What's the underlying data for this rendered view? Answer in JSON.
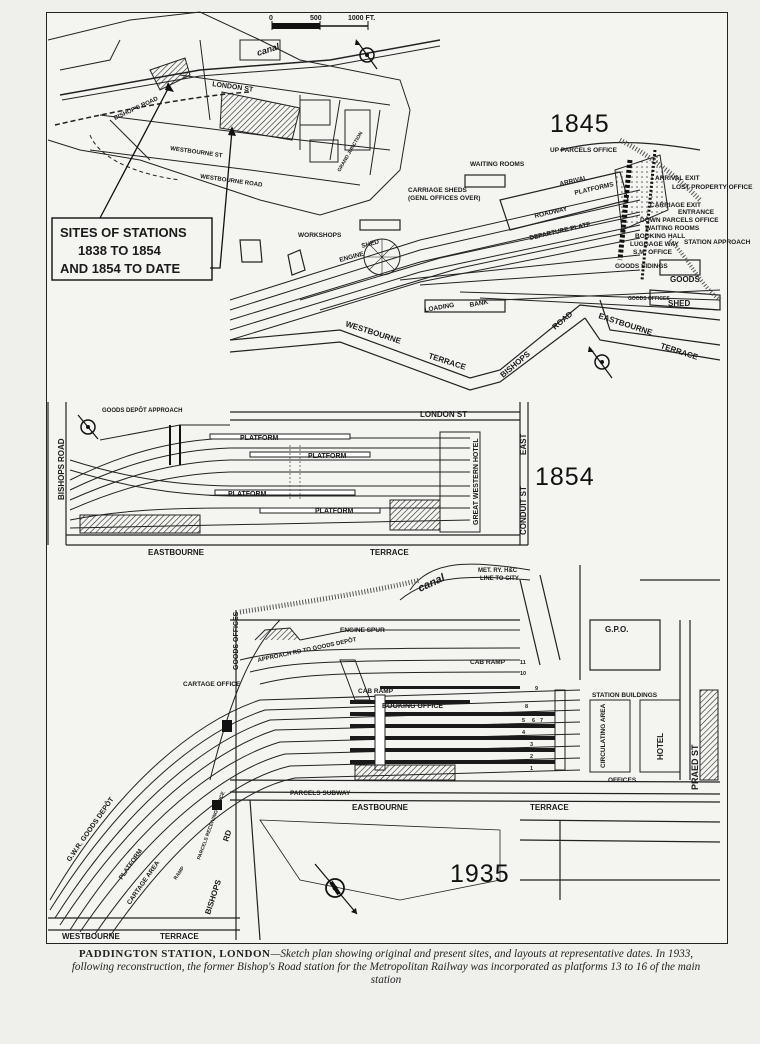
{
  "scale_bar": {
    "ticks": [
      "0",
      "500",
      "1000 FT."
    ]
  },
  "plan_1845": {
    "year": "1845",
    "sites_note": [
      "SITES OF STATIONS",
      "1838 TO 1854",
      "AND 1854 TO DATE"
    ],
    "labels": {
      "canal": "canal",
      "london_st": "LONDON ST",
      "bishops_road": "BISHOP'S ROAD",
      "westbourne_street": "WESTBOURNE ST",
      "westbourne_road": "WESTBOURNE ROAD",
      "grand_junction": "GRAND JUNCTION",
      "up_parcels_office": "UP PARCELS OFFICE",
      "waiting_rooms": "WAITING ROOMS",
      "arrival": "ARRIVAL",
      "platforms": "PLATFORMS",
      "roadway": "ROADWAY",
      "departure_platf": "DEPARTURE PLATF",
      "carriage_sheds": "CARRIAGE SHEDS",
      "genl_offices_over": "(GENL OFFICES OVER)",
      "workshops": "WORKSHOPS",
      "engine": "ENGINE",
      "shed": "SHED",
      "loading": "LOADING",
      "bank": "BANK",
      "westbourne": "WESTBOURNE",
      "terrace": "TERRACE",
      "bishops": "BISHOPS",
      "road": "ROAD",
      "eastbourne": "EASTBOURNE",
      "goods_sidings": "GOODS SIDINGS",
      "goods": "GOODS",
      "goods_offices": "GOODS OFFICES",
      "shed2": "SHED",
      "arrival_exit": "ARRIVAL EXIT",
      "lost_property_office": "LOST PROPERTY OFFICE",
      "carriage_exit": "CARRIAGE EXIT",
      "entrance": "ENTRANCE",
      "down_parcels_office": "DOWN PARCELS OFFICE",
      "waiting_rooms2": "WAITING ROOMS",
      "booking_hall": "BOOKING HALL",
      "luggage_way": "LUGGAGE WAY",
      "s_m_office": "S.M. OFFICE",
      "station_approach": "STATION APPROACH"
    }
  },
  "plan_1854": {
    "year": "1854",
    "labels": {
      "goods_depot_approach": "GOODS DEPÔT APPROACH",
      "london_st": "LONDON ST",
      "bishops": "BISHOPS",
      "road": "ROAD",
      "platform": "PLATFORM",
      "great_western_hotel": "GREAT WESTERN HOTEL",
      "east": "EAST",
      "conduit_st": "CONDUIT ST",
      "eastbourne": "EASTBOURNE",
      "terrace": "TERRACE"
    }
  },
  "plan_1935": {
    "year": "1935",
    "labels": {
      "met_ry": "MET. RY. H&C",
      "line_to_city": "LINE TO CITY",
      "canal": "canal",
      "engine_spur": "ENGINE SPUR",
      "approach_goods": "APPROACH RD TO GOODS DEPÔT",
      "cab_ramp": "CAB RAMP",
      "gpo": "G.P.O.",
      "cartage_office": "CARTAGE OFFICE",
      "goods_offices": "GOODS OFFICES",
      "booking_office": "BOOKING OFFICE",
      "station_buildings": "STATION BUILDINGS",
      "circulating_area": "CIRCULATING AREA",
      "hotel": "HOTEL",
      "offices": "OFFICES",
      "praed_st": "PRAED ST",
      "parcels_subway": "PARCELS SUBWAY",
      "eastbourne": "EASTBOURNE",
      "terrace": "TERRACE",
      "gwr_goods_depot": "G.W.R. GOODS DEPÔT",
      "platform": "PLATFORM",
      "cartage_area": "CARTAGE AREA",
      "ramp": "RAMP",
      "parcels_receiving_office": "PARCELS RECEIVING OFFICE",
      "bishops": "BISHOPS",
      "rd": "RD",
      "westbourne": "WESTBOURNE",
      "terrace2": "TERRACE",
      "platform_numbers": [
        "1",
        "2",
        "3",
        "4",
        "5",
        "6",
        "7",
        "8",
        "9",
        "10",
        "11"
      ]
    }
  },
  "caption": {
    "title": "PADDINGTON STATION, LONDON",
    "text": "—Sketch plan showing original and present sites, and layouts at representative dates.  In 1933, following reconstruction, the former Bishop's Road station for the Metropolitan Railway was incorporated as platforms 13 to 16 of the main station"
  }
}
